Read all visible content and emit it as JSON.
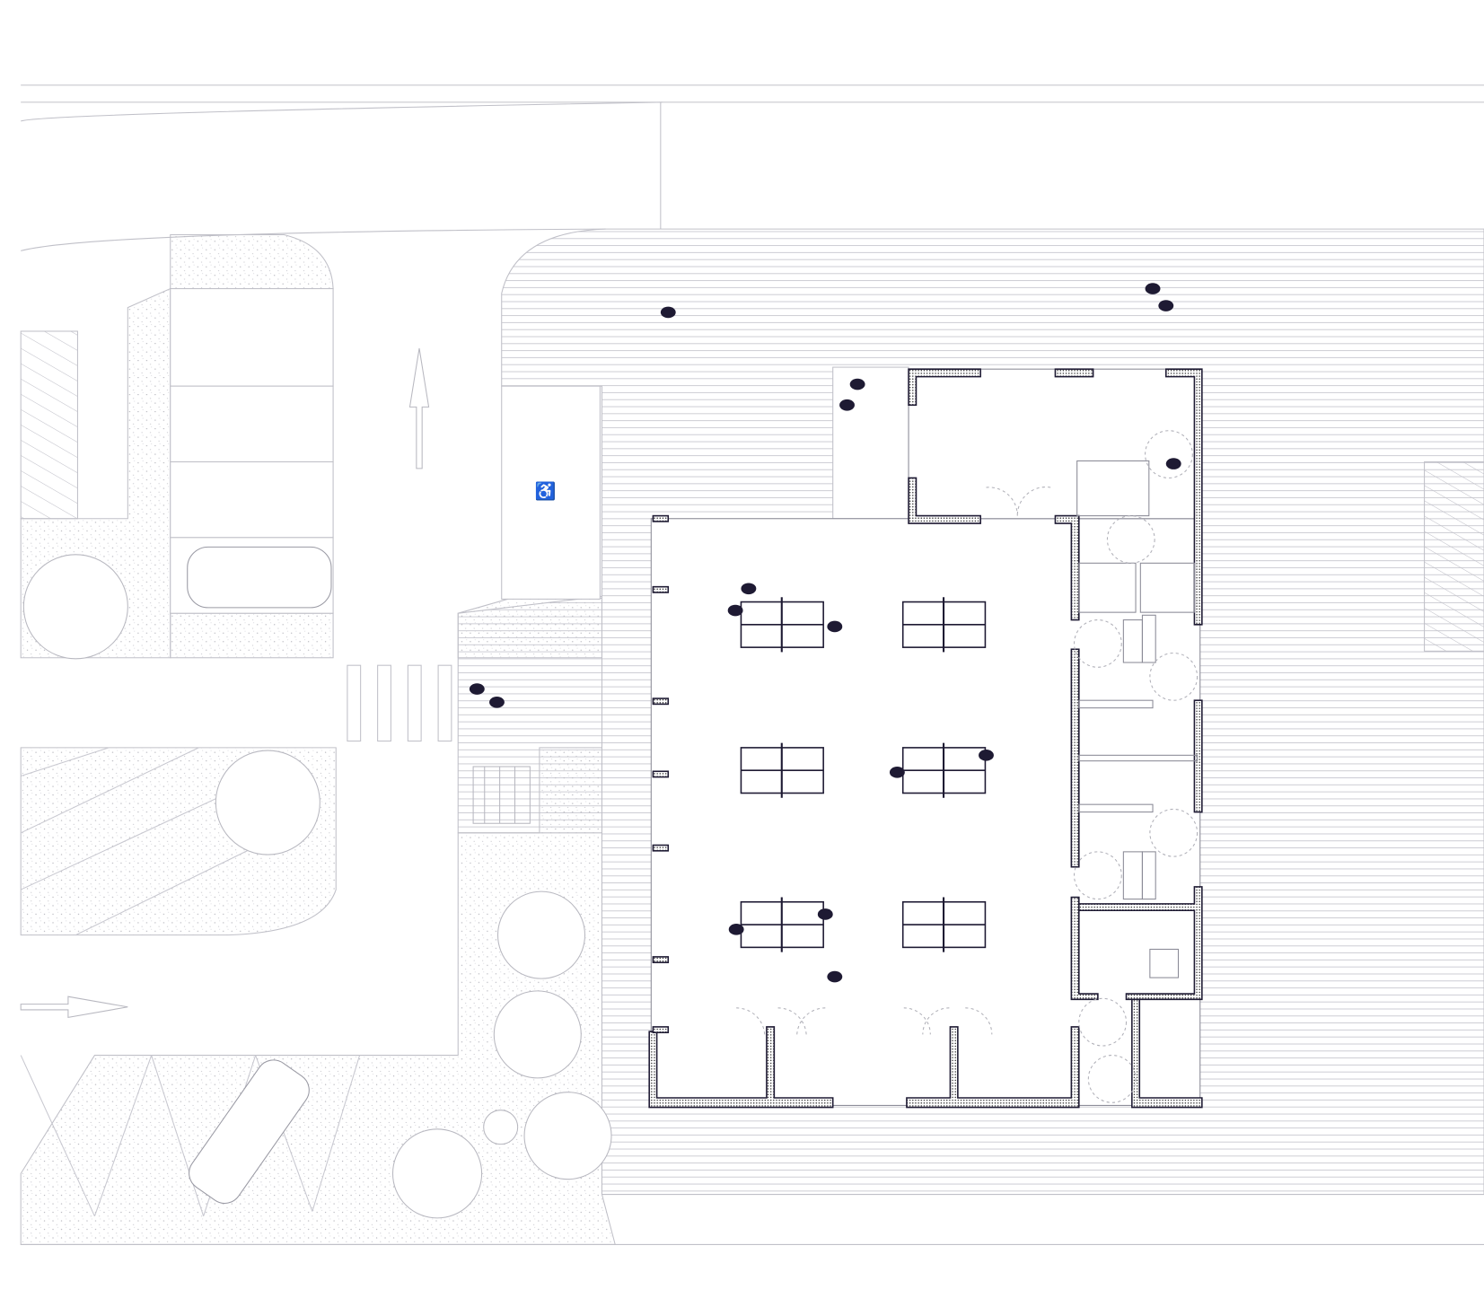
{
  "plan": {
    "type": "site-floor-plan",
    "colors": {
      "background": "#ffffff",
      "line": "#b8b8c0",
      "wall_outline": "#1e1a33",
      "figure_fill": "#1e1a33",
      "deck_line": "#c4c4cc",
      "stipple": "#b0b0b8"
    },
    "symbols": [
      "accessible-parking-icon",
      "direction-arrow-icon",
      "ping-pong-table",
      "person-figure",
      "tree",
      "car",
      "bicycle-rack",
      "crosswalk"
    ],
    "ping_pong_tables": 6,
    "people_figures": 16
  }
}
